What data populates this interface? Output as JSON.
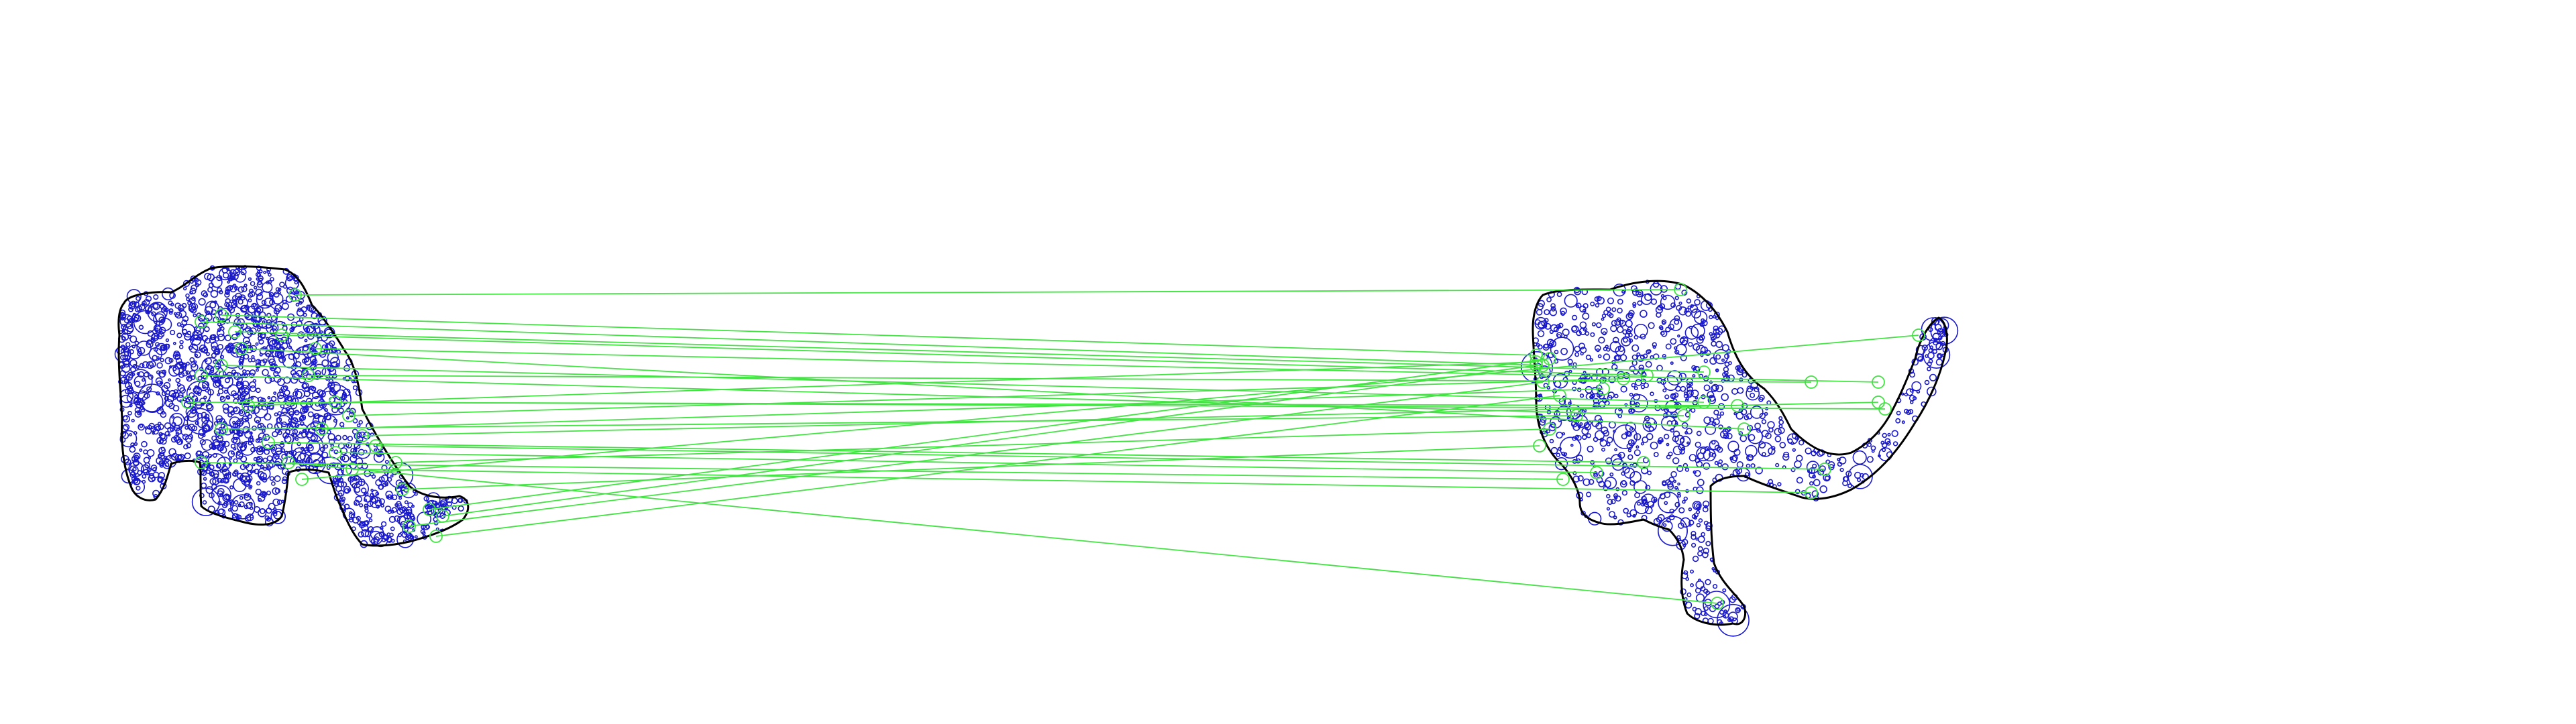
{
  "colors": {
    "background": "#ffffff",
    "outline": "#000000",
    "keypoint": "#1a1acc",
    "match_line": "#44e344"
  },
  "figure": {
    "shapes": [
      "left-shape",
      "right-shape"
    ],
    "match_count": 30
  }
}
